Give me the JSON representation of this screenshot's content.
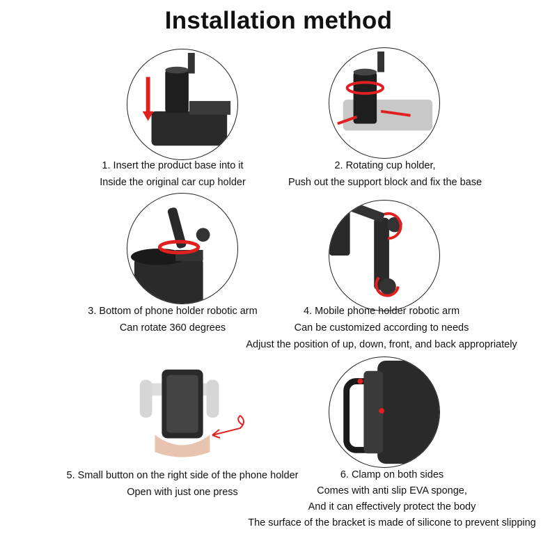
{
  "title": "Installation method",
  "steps": [
    {
      "lines": [
        "1. Insert the product base into it",
        "Inside the original car cup holder"
      ]
    },
    {
      "lines": [
        "2. Rotating cup holder,",
        "Push out the support block and fix the base"
      ]
    },
    {
      "lines": [
        "3. Bottom of phone holder robotic arm",
        "Can rotate 360 degrees"
      ]
    },
    {
      "lines": [
        "4. Mobile phone holder robotic arm",
        "Can be customized according to needs",
        "Adjust the position of up, down, front, and back appropriately"
      ]
    },
    {
      "lines": [
        "5. Small button on the right side of the phone holder",
        "Open with just one press"
      ]
    },
    {
      "lines": [
        "6. Clamp on both sides",
        "Comes with anti slip EVA sponge,",
        "And it can effectively protect the body",
        "The surface of the bracket is made of silicone to prevent slipping"
      ]
    }
  ],
  "colors": {
    "accent": "#e02020",
    "product": "#2a2a2a"
  }
}
